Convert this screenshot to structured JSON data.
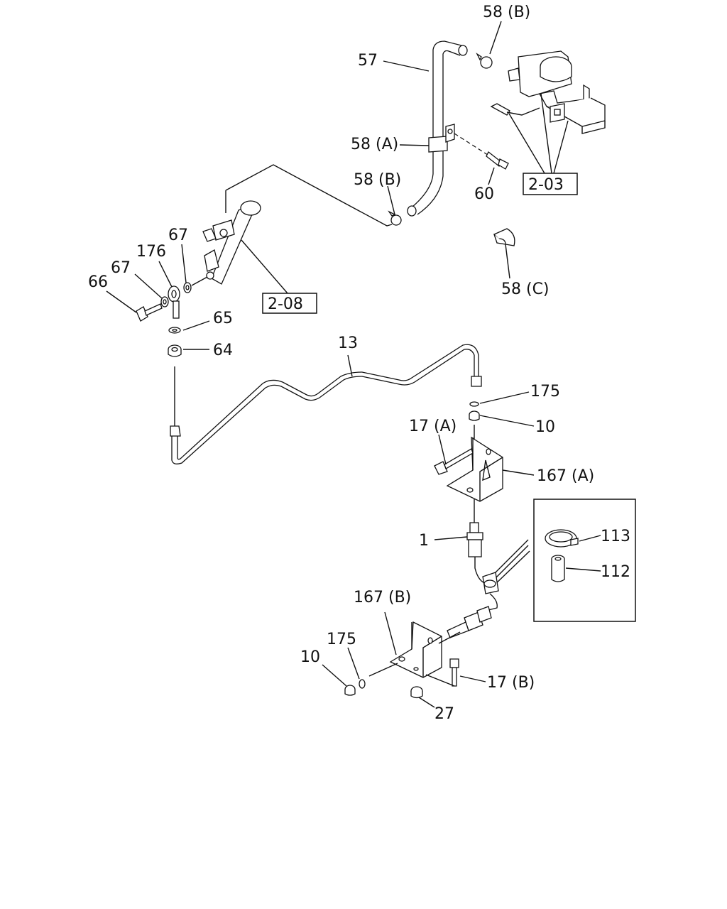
{
  "labels": {
    "p58b_top": "58 (B)",
    "p57": "57",
    "p58a": "58 (A)",
    "p58b_mid": "58 (B)",
    "p60": "60",
    "ref_2_03": "2-03",
    "p58c": "58 (C)",
    "p67_upper": "67",
    "p176": "176",
    "p67_lower": "67",
    "p66": "66",
    "ref_2_08": "2-08",
    "p65": "65",
    "p64": "64",
    "p13": "13",
    "p175_upper": "175",
    "p10_upper": "10",
    "p17a": "17 (A)",
    "p167a": "167 (A)",
    "p1": "1",
    "p113": "113",
    "p112": "112",
    "p167b": "167 (B)",
    "p175_lower": "175",
    "p10_lower": "10",
    "p17b": "17 (B)",
    "p27": "27"
  }
}
